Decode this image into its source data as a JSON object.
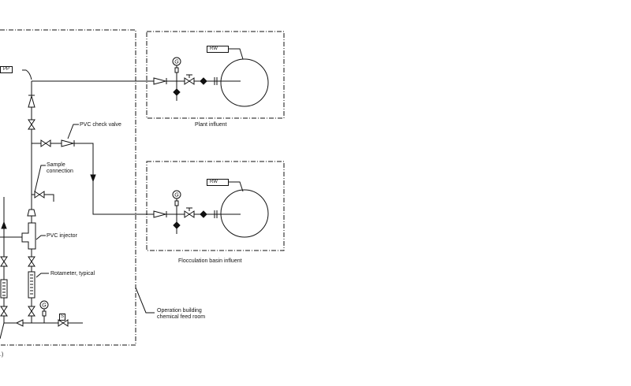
{
  "labels": {
    "pp": "PP",
    "pvc_check_valve": "PVC check valve",
    "sample_connection_1": "Sample",
    "sample_connection_2": "connection",
    "pvc_injector": "PVC injector",
    "rotameter": "Rotameter, typical",
    "operation_building_1": "Operation building",
    "operation_building_2": "chemical feed room",
    "plant_influent": "Plant influent",
    "flocculation_influent": "Flocculation basin influent",
    "rw_plant": "RW",
    "rw_flocc": "RW",
    "gauge": "G",
    "solenoid": "S",
    "caption_fragment": ".)"
  }
}
